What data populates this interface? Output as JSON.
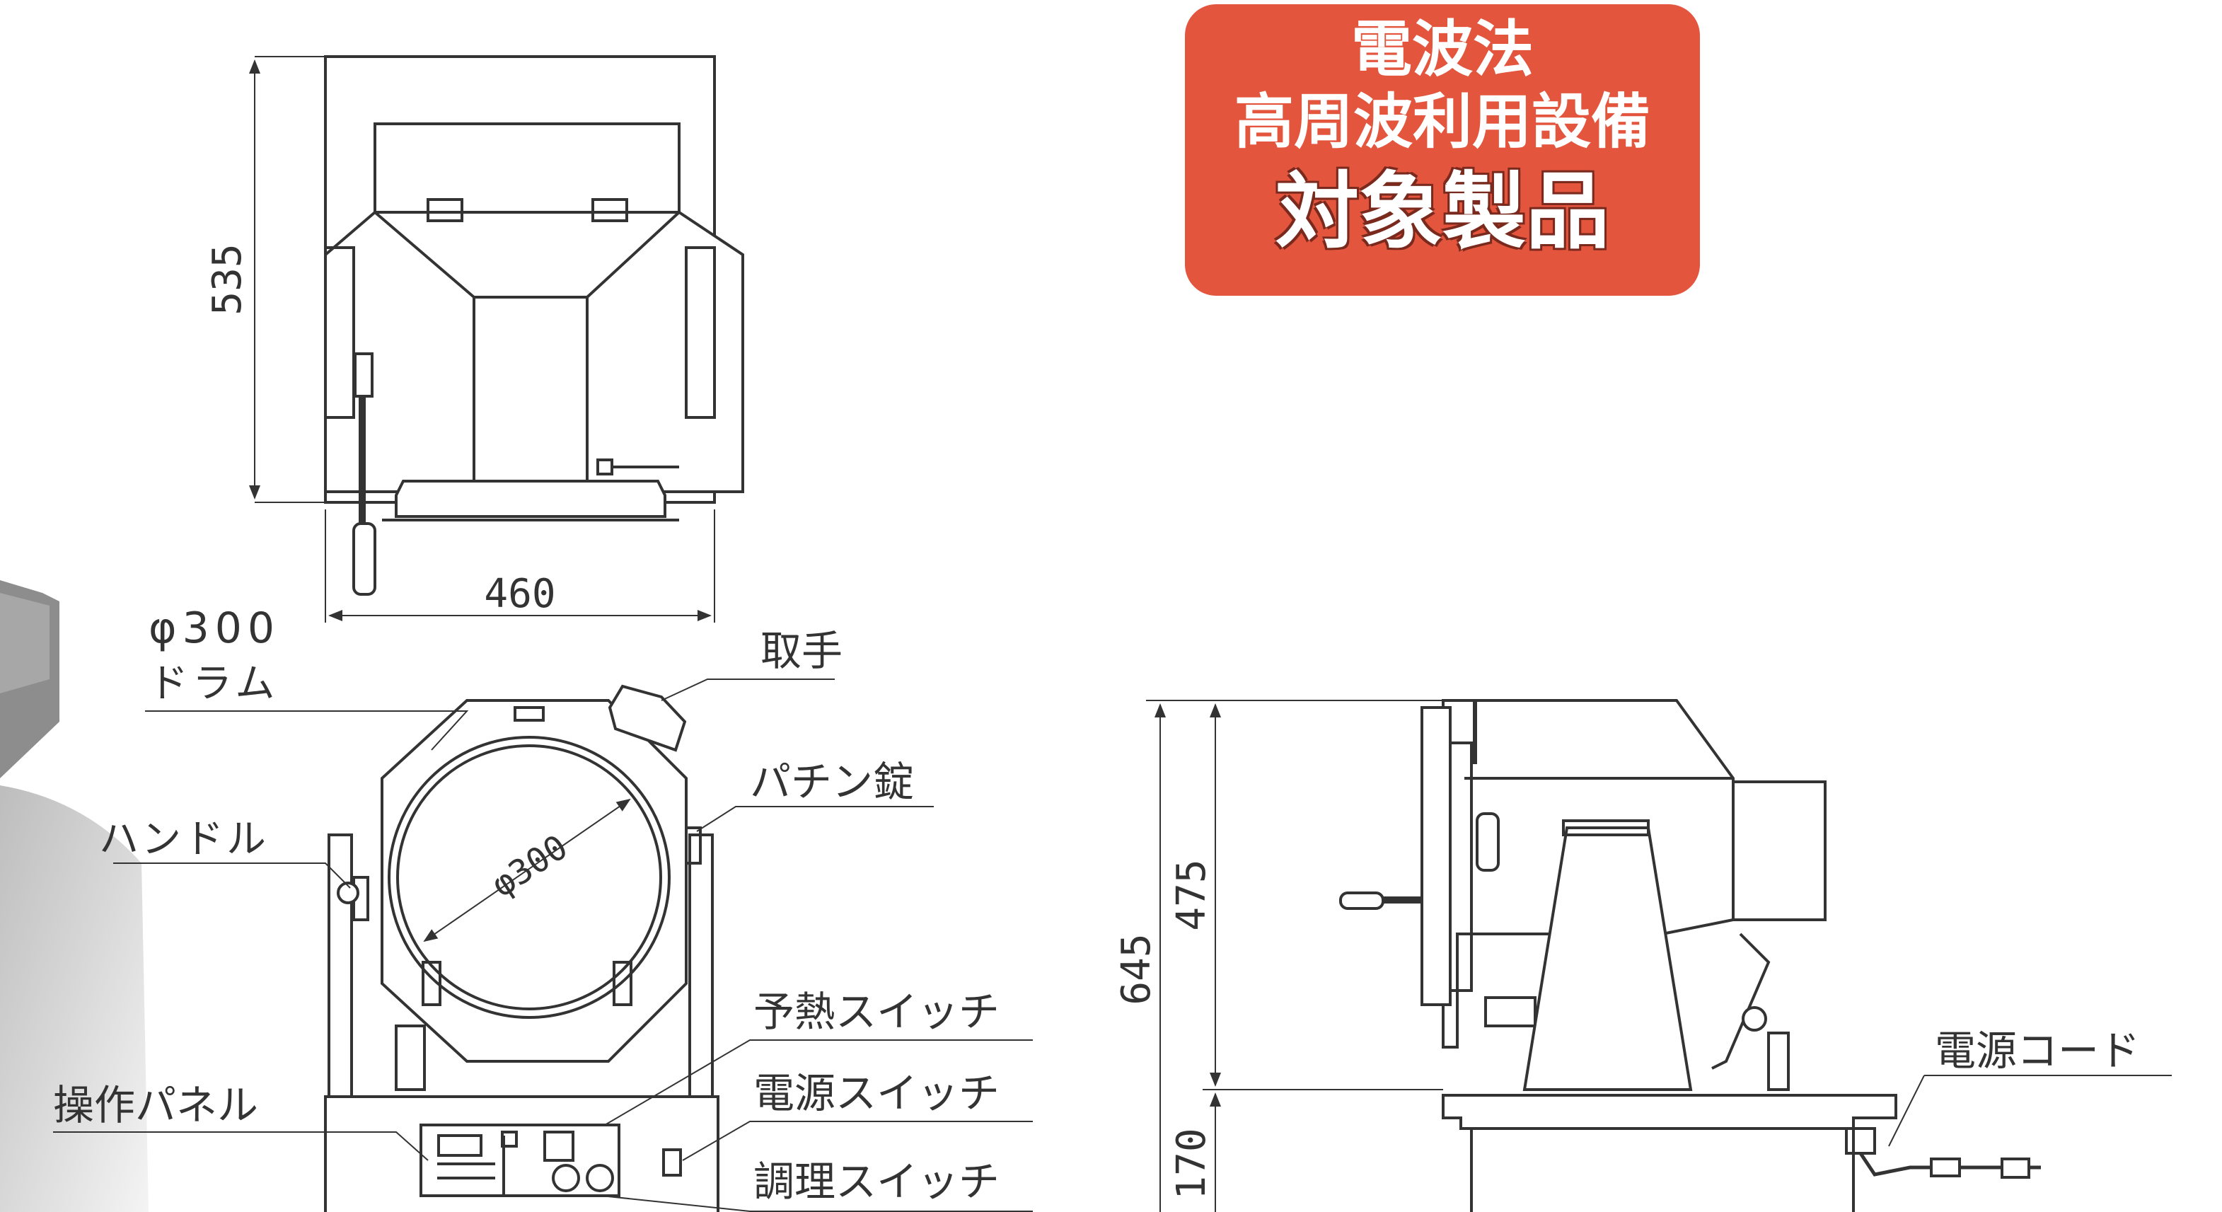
{
  "badge": {
    "line1": "電波法",
    "line2": "高周波利用設備",
    "line3": "対象製品"
  },
  "top_view": {
    "height_dim": "535",
    "width_dim": "460"
  },
  "front_view": {
    "drum_label_1": "φ300",
    "drum_label_2": "ドラム",
    "drum_dim": "φ300",
    "handle_grip_label": "取手",
    "latch_label": "パチン錠",
    "crank_label": "ハンドル",
    "preheat_switch_label": "予熱スイッチ",
    "power_switch_label": "電源スイッチ",
    "control_panel_label": "操作パネル",
    "cook_switch_label": "調理スイッチ"
  },
  "side_view": {
    "total_height_dim": "645",
    "upper_height_dim": "475",
    "base_height_dim": "170",
    "power_cord_label": "電源コード"
  }
}
